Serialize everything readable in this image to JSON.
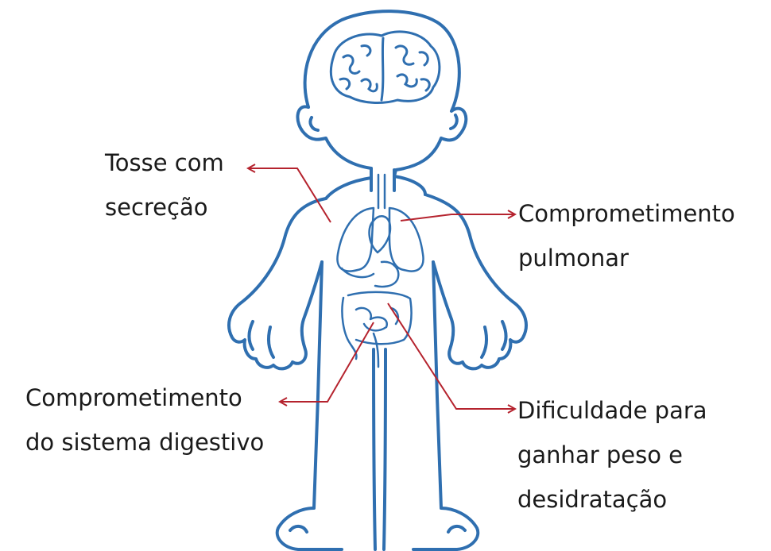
{
  "colors": {
    "body_outline": "#2f6fb0",
    "arrow": "#b5232e",
    "text": "#1a1a1a",
    "background": "#ffffff"
  },
  "labels": {
    "tosse": {
      "line1": "Tosse com",
      "line2": "secreção"
    },
    "pulmonar": {
      "line1": "Comprometimento",
      "line2": "pulmonar"
    },
    "digestivo": {
      "line1": "Comprometimento",
      "line2": "do sistema digestivo"
    },
    "peso": {
      "line1": "Dificuldade para",
      "line2": "ganhar peso e",
      "line3": "desidratação"
    }
  }
}
